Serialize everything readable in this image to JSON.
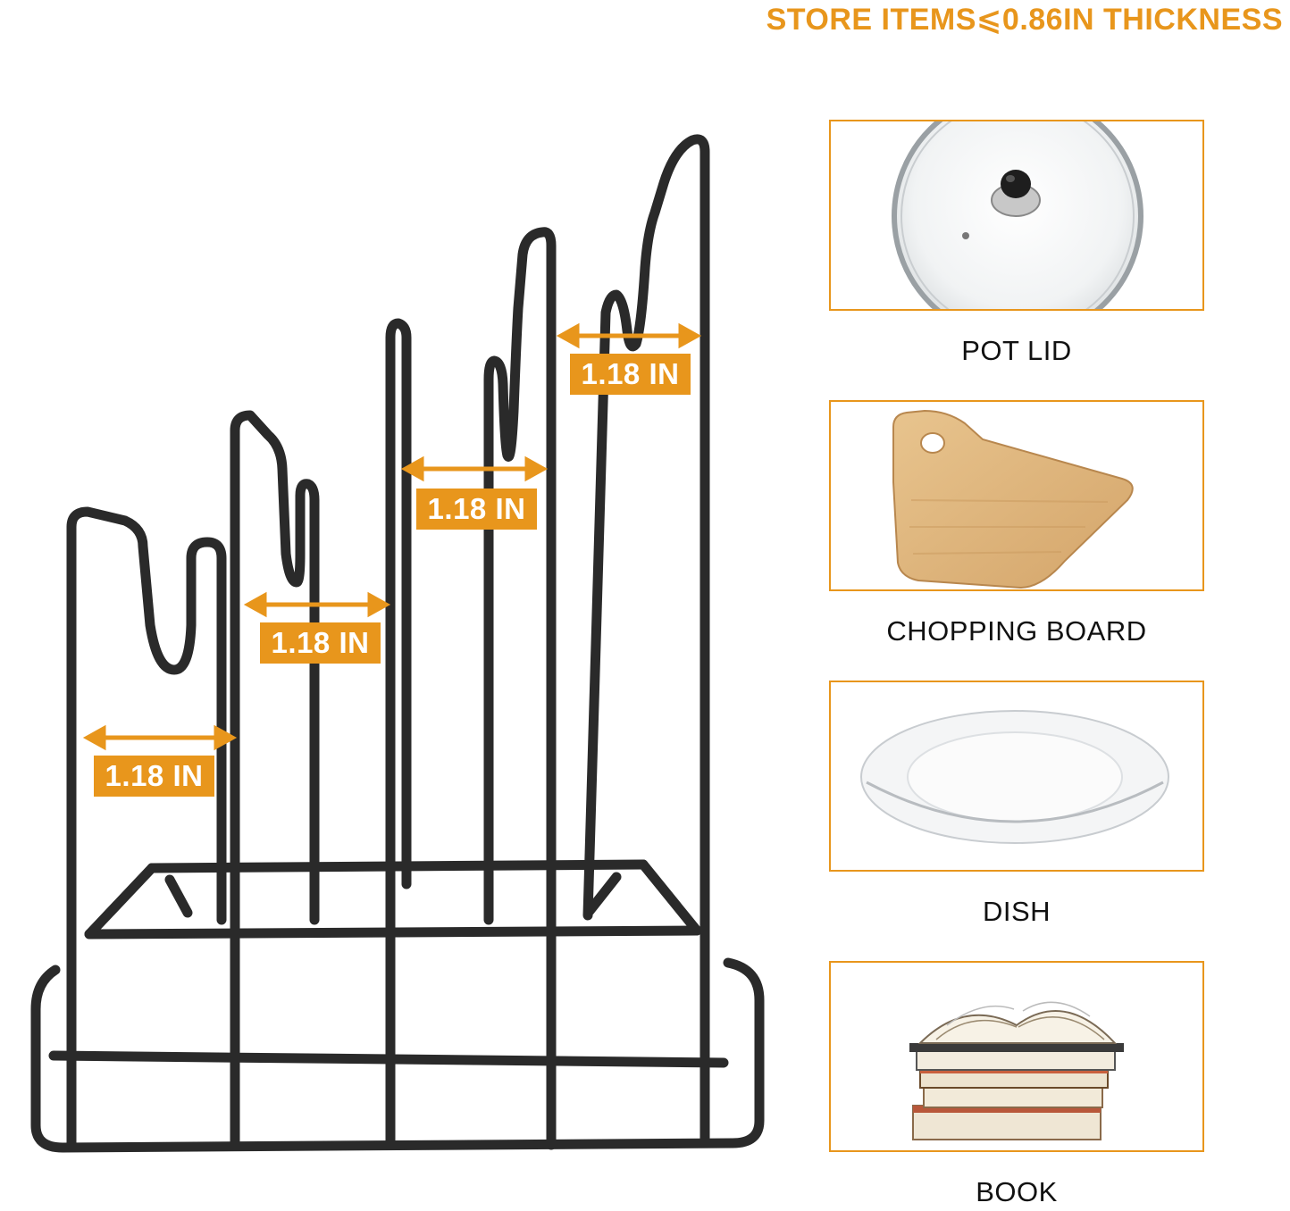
{
  "headline": "STORE ITEMS⩽0.86IN THICKNESS",
  "measurements": [
    {
      "label": "1.18 IN"
    },
    {
      "label": "1.18 IN"
    },
    {
      "label": "1.18 IN"
    },
    {
      "label": "1.18 IN"
    }
  ],
  "items": [
    {
      "caption": "POT LID",
      "icon": "pot-lid"
    },
    {
      "caption": "CHOPPING BOARD",
      "icon": "chopping-board"
    },
    {
      "caption": "DISH",
      "icon": "dish"
    },
    {
      "caption": "BOOK",
      "icon": "book-stack"
    }
  ],
  "colors": {
    "accent": "#E8961C",
    "rack": "#2a2a2a",
    "text": "#111111",
    "background": "#ffffff"
  }
}
